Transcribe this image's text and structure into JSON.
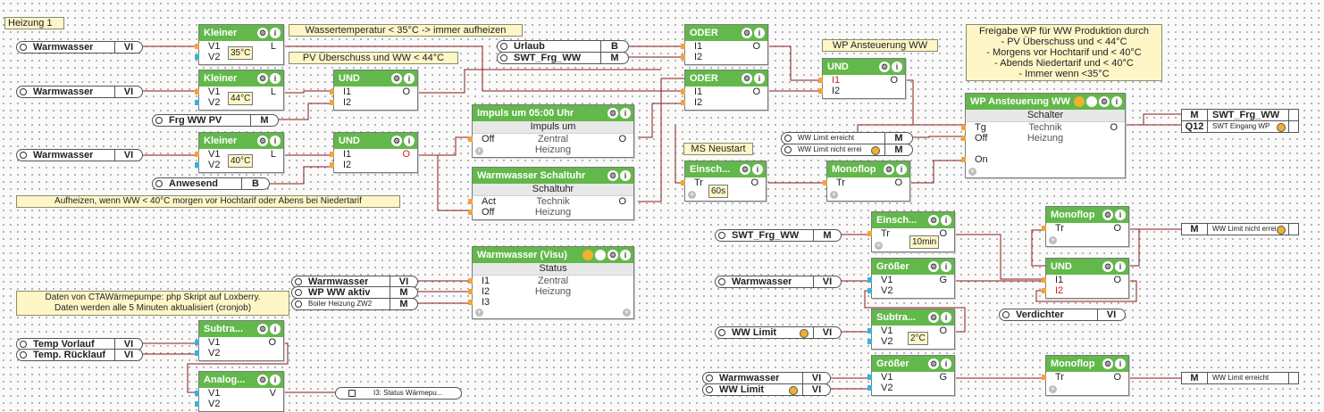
{
  "page_title": "Heizung 1",
  "icons": {
    "gear": "⚙",
    "info": "i",
    "plus": "+"
  },
  "colors": {
    "block_header": "#62b84a",
    "comment_bg": "#fff6c8",
    "wire": "#8b1a1a",
    "pin_orange": "#f2a33a",
    "pin_blue": "#3bb0d8"
  },
  "comments": {
    "wassertemp": "Wassertemperatur < 35°C -> immer aufheizen",
    "pv": "PV Überschuss und WW < 44°C",
    "wp_ansteuerung": "WP Ansteuerung WW",
    "freigabe": [
      "Freigabe WP für WW Produktion durch",
      "- PV Überschuss und < 44°C",
      "- Morgens vor Hochtarif und < 40°C",
      "- Abends Niedertarif und < 40°C",
      "- Immer wenn <35°C"
    ],
    "ms_neustart": "MS Neustart",
    "aufheizen": "Aufheizen, wenn WW < 40°C morgen vor Hochtarif oder Abens bei Niedertarif",
    "daten": [
      "Daten von CTAWärmepumpe: php Skript auf Loxberry.",
      "Daten werden alle 5 Minuten aktualisiert (cronjob)"
    ]
  },
  "inputs": {
    "ww1": {
      "name": "Warmwasser",
      "tag": "VI"
    },
    "ww2": {
      "name": "Warmwasser",
      "tag": "VI"
    },
    "ww3": {
      "name": "Warmwasser",
      "tag": "VI"
    },
    "frg": {
      "name": "Frg WW PV",
      "tag": "M"
    },
    "anwesend": {
      "name": "Anwesend",
      "tag": "B"
    },
    "urlaub": {
      "name": "Urlaub",
      "tag": "B"
    },
    "swt": {
      "name": "SWT_Frg_WW",
      "tag": "M"
    },
    "wwlimit_err": {
      "name": "WW Limit erreicht",
      "tag": "M"
    },
    "wwlimit_nerr": {
      "name": "WW Limit nicht errei",
      "tag": "M"
    },
    "swt2": {
      "name": "SWT_Frg_WW",
      "tag": "M"
    },
    "ww4": {
      "name": "Warmwasser",
      "tag": "VI"
    },
    "wwlimit": {
      "name": "WW Limit",
      "tag": "VI"
    },
    "ww5": {
      "name": "Warmwasser",
      "tag": "VI"
    },
    "wwlimit2": {
      "name": "WW Limit",
      "tag": "VI"
    },
    "verdichter": {
      "name": "Verdichter",
      "tag": "VI"
    },
    "ww6": {
      "name": "Warmwasser",
      "tag": "VI"
    },
    "wpaktiv": {
      "name": "WP WW aktiv",
      "tag": "M"
    },
    "boiler": {
      "name": "Boiler Heizung ZW2",
      "tag": "M"
    },
    "vorlauf": {
      "name": "Temp Vorlauf",
      "tag": "VI"
    },
    "ruecklauf": {
      "name": "Temp. Rücklauf",
      "tag": "VI"
    }
  },
  "blocks": {
    "kleiner1": {
      "title": "Kleiner",
      "in1": "V1",
      "in2": "V2",
      "out": "L",
      "value": "35°C"
    },
    "kleiner2": {
      "title": "Kleiner",
      "in1": "V1",
      "in2": "V2",
      "out": "L",
      "value": "44°C"
    },
    "kleiner3": {
      "title": "Kleiner",
      "in1": "V1",
      "in2": "V2",
      "out": "L",
      "value": "40°C"
    },
    "und1": {
      "title": "UND",
      "in1": "I1",
      "in2": "I2",
      "out": "O"
    },
    "und2": {
      "title": "UND",
      "in1": "I1",
      "in2": "I2",
      "out": "O"
    },
    "impuls": {
      "title": "Impuls um 05:00 Uhr",
      "sub": "Impuls um",
      "in1": "Off",
      "mid1": "Zentral",
      "mid2": "Heizung",
      "out": "O"
    },
    "schaltuhr": {
      "title": "Warmwasser Schaltuhr",
      "sub": "Schaltuhr",
      "in1": "Act",
      "in2": "Off",
      "mid1": "Technik",
      "mid2": "Heizung",
      "out": "O"
    },
    "visu": {
      "title": "Warmwasser (Visu)",
      "sub": "Status",
      "in1": "I1",
      "in2": "I2",
      "in3": "I3",
      "mid1": "Zentral",
      "mid2": "Heizung"
    },
    "oder1": {
      "title": "ODER",
      "in1": "I1",
      "in2": "I2",
      "out": "O"
    },
    "oder2": {
      "title": "ODER",
      "in1": "I1",
      "in2": "I2",
      "out": "O"
    },
    "und3": {
      "title": "UND",
      "in1": "I1",
      "in2": "I2",
      "out": "O"
    },
    "einsch1": {
      "title": "Einsch...",
      "in1": "Tr",
      "out": "O",
      "value": "60s"
    },
    "monoflop1": {
      "title": "Monoflop",
      "in1": "Tr",
      "out": "O"
    },
    "wp_ansteuerung": {
      "title": "WP Ansteuerung WW",
      "sub": "Schalter",
      "in1": "Tg",
      "in2": "Off",
      "in3": "On",
      "mid1": "Technik",
      "mid2": "Heizung",
      "out": "O"
    },
    "einsch2": {
      "title": "Einsch...",
      "in1": "Tr",
      "out": "O",
      "value": "10min"
    },
    "groesser1": {
      "title": "Größer",
      "in1": "V1",
      "in2": "V2",
      "out": "G"
    },
    "subtra1": {
      "title": "Subtra...",
      "in1": "V1",
      "in2": "V2",
      "out": "O",
      "value": "2°C"
    },
    "groesser2": {
      "title": "Größer",
      "in1": "V1",
      "in2": "V2",
      "out": "G"
    },
    "monoflop2": {
      "title": "Monoflop",
      "in1": "Tr",
      "out": "O"
    },
    "und4": {
      "title": "UND",
      "in1": "I1",
      "in2": "I2",
      "out": "O"
    },
    "monoflop3": {
      "title": "Monoflop",
      "in1": "Tr",
      "out": "O"
    },
    "subtra2": {
      "title": "Subtra...",
      "in1": "V1",
      "in2": "V2",
      "out": "O"
    },
    "analog": {
      "title": "Analog...",
      "in1": "V1",
      "in2": "V2",
      "out": "V"
    }
  },
  "outputs": {
    "swt_out": {
      "tag": "M",
      "name": "SWT_Frg_WW"
    },
    "q12": {
      "tag": "Q12",
      "name": "SWT Eingang WP"
    },
    "nicht_err": {
      "tag": "M",
      "name": "WW Limit nicht errei."
    },
    "err": {
      "tag": "M",
      "name": "WW Limit erreicht"
    },
    "status": {
      "tag": "",
      "name": "I3: Status Wärmepu..."
    }
  }
}
